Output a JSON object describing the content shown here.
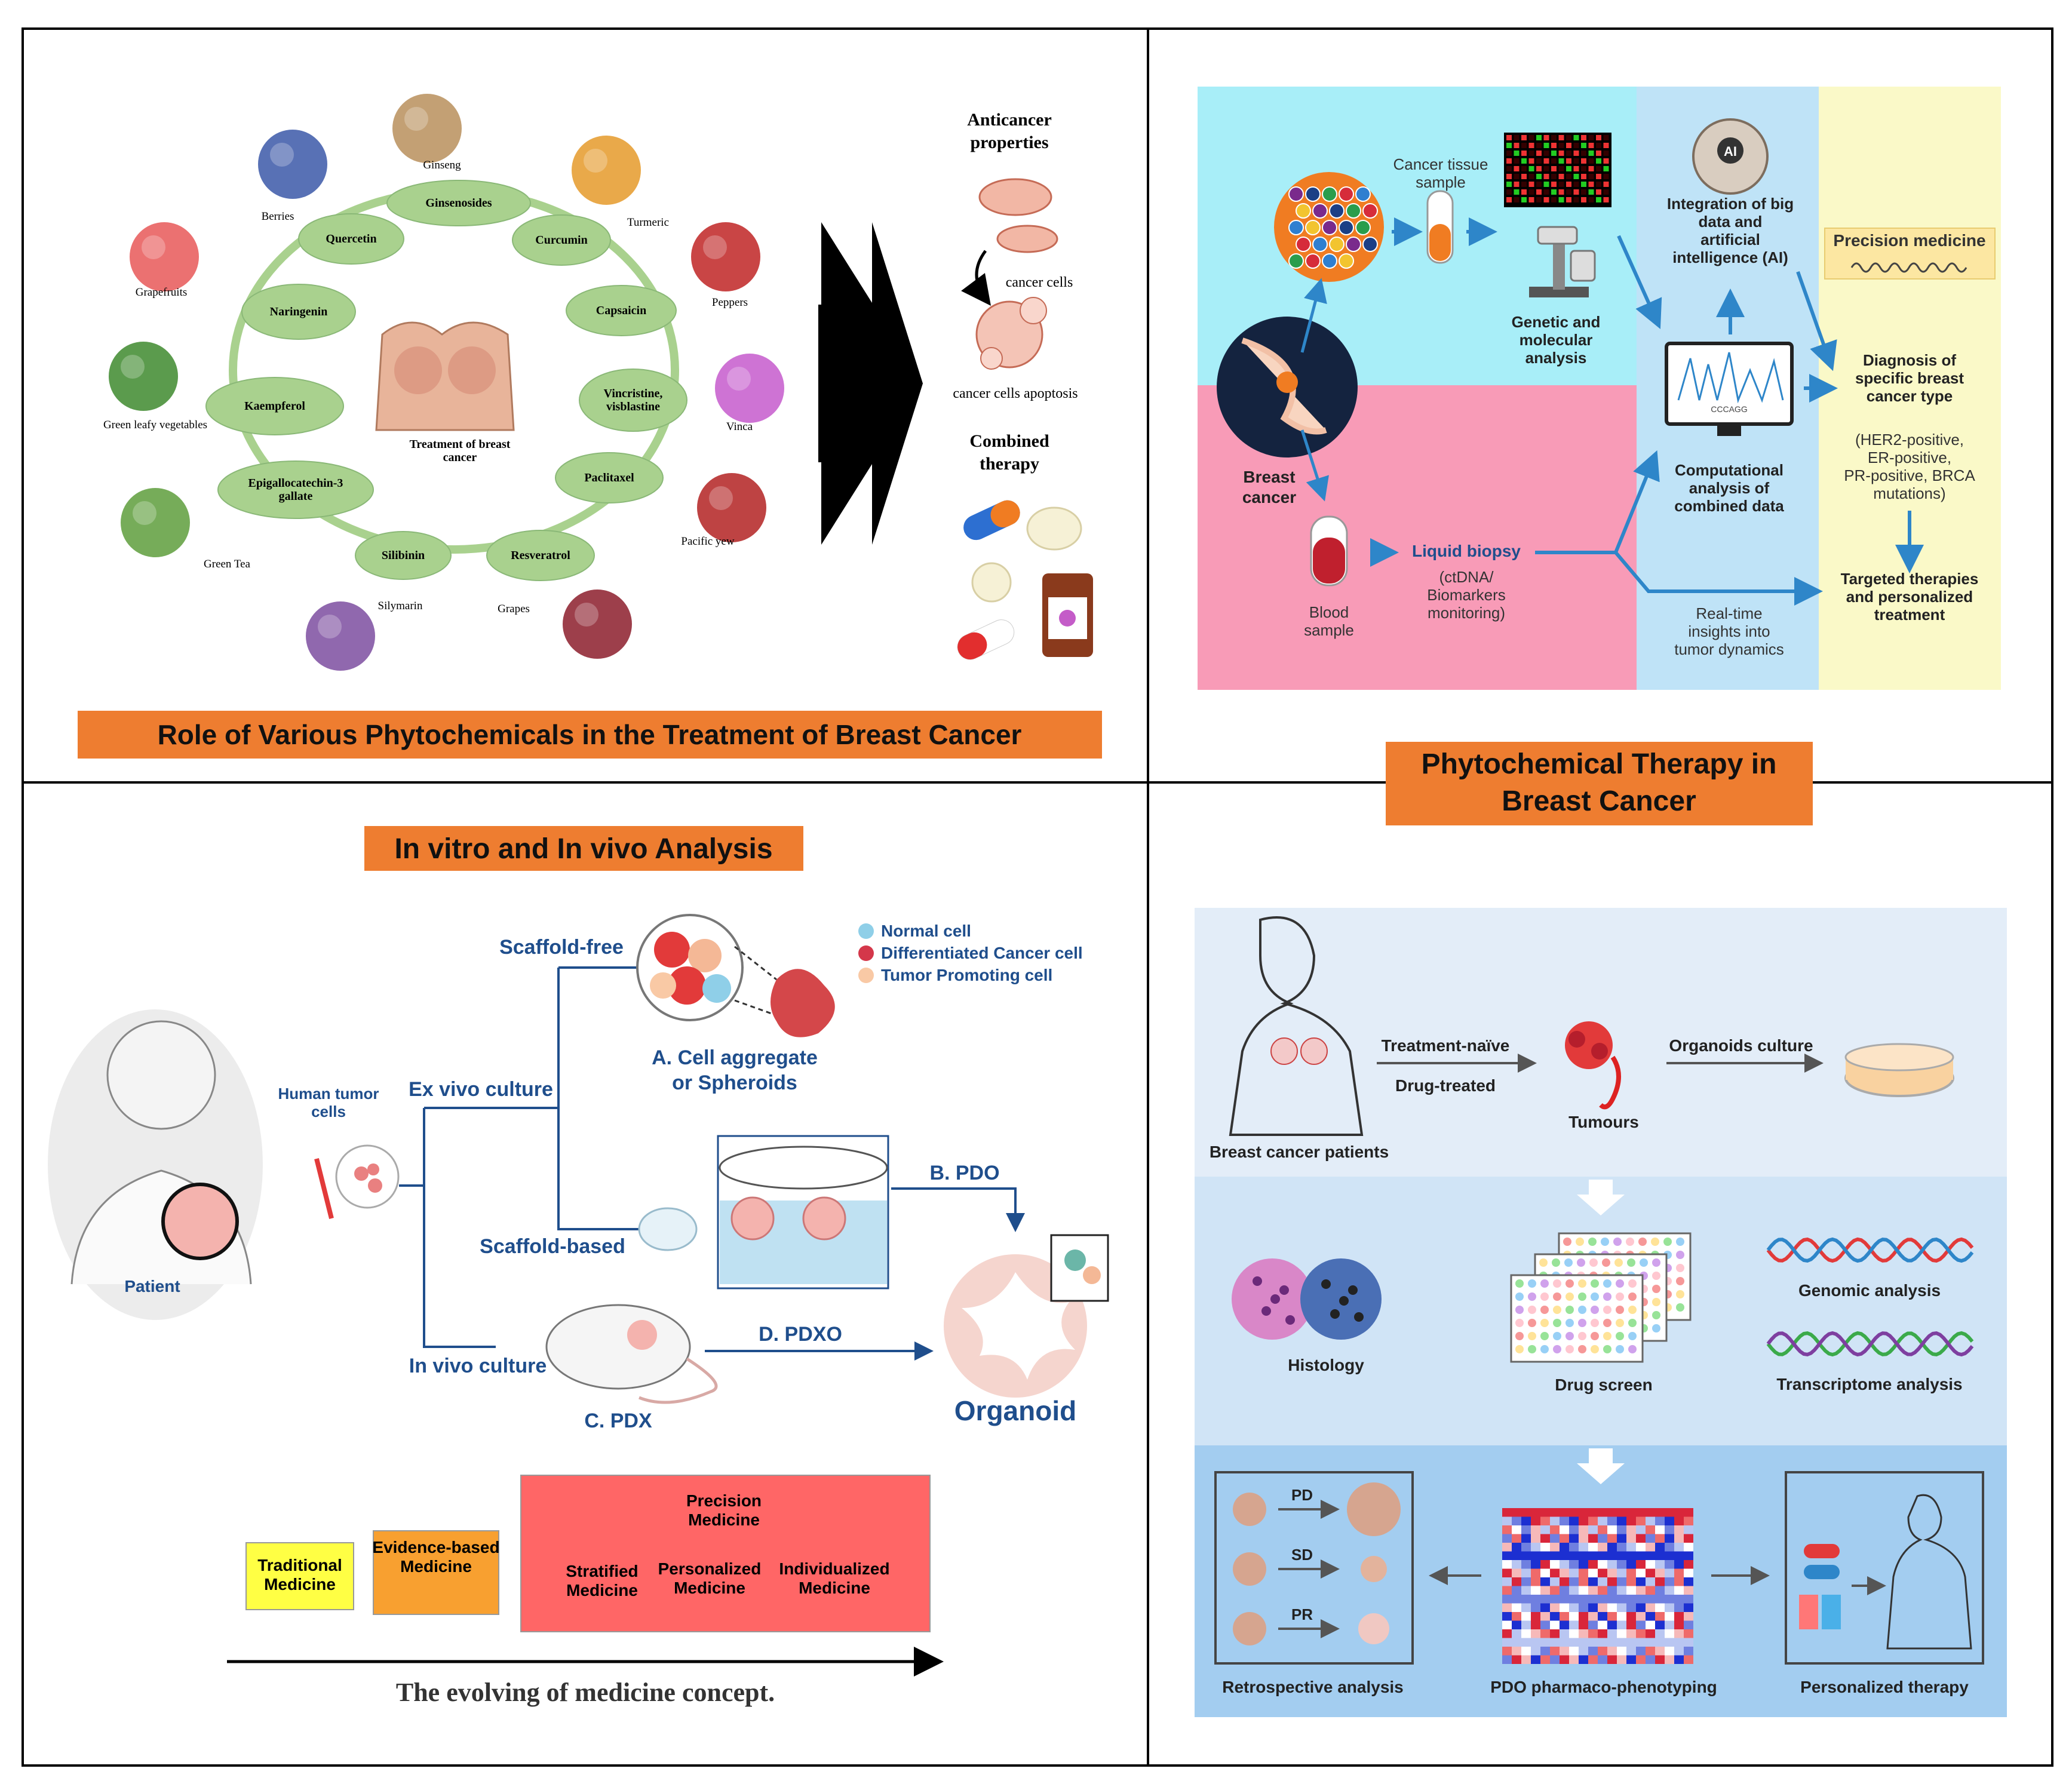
{
  "panel_tl": {
    "banner": "Role of Various Phytochemicals in the Treatment of Breast Cancer",
    "center_label": "Treatment of breast cancer",
    "compounds": [
      "Ginsenosides",
      "Curcumin",
      "Capsaicin",
      "Vincristine, visblastine",
      "Paclitaxel",
      "Resveratrol",
      "Silibinin",
      "Epigallocatechin-3 gallate",
      "Kaempferol",
      "Naringenin",
      "Quercetin"
    ],
    "sources": [
      "Ginseng",
      "Turmeric",
      "Peppers",
      "Vinca",
      "Pacific yew",
      "Grapes",
      "Silymarin",
      "Green Tea",
      "Green leafy vegetables",
      "Grapefruits",
      "Berries"
    ],
    "right_heading_1": "Anticancer properties",
    "right_label_cells": "cancer cells",
    "right_label_apoptosis": "cancer cells apoptosis",
    "right_heading_2": "Combined therapy"
  },
  "panel_tr": {
    "title": "Phytochemical Therapy in Breast Cancer",
    "breast_cancer": "Breast cancer",
    "cancer_tissue_sample": "Cancer tissue sample",
    "genetic_analysis": "Genetic and molecular analysis",
    "blood_sample": "Blood sample",
    "liquid_biopsy": "Liquid biopsy",
    "liquid_biopsy_detail": "(ctDNA/ Biomarkers monitoring)",
    "ai_badge": "AI",
    "integration": "Integration of big data and artificial intelligence (AI)",
    "computational": "Computational analysis of combined data",
    "realtime": "Real-time insights into tumor dynamics",
    "precision_medicine": "Precision medicine",
    "diagnosis": "Diagnosis of specific breast cancer type",
    "diagnosis_detail": "(HER2-positive, ER-positive, PR-positive, BRCA mutations)",
    "targeted": "Targeted therapies and personalized treatment",
    "sequence_text": "CCCAGG"
  },
  "panel_bl": {
    "title": "In vitro and In vivo Analysis",
    "patient": "Patient",
    "human_tumor_cells": "Human tumor cells",
    "ex_vivo": "Ex vivo culture",
    "scaffold_free": "Scaffold-free",
    "scaffold_based": "Scaffold-based",
    "in_vivo": "In vivo culture",
    "legend": [
      "Normal cell",
      "Differentiated Cancer cell",
      "Tumor Promoting cell"
    ],
    "cell_aggregate": "A. Cell aggregate or Spheroids",
    "pdo": "B. PDO",
    "pdx": "C. PDX",
    "pdxo": "D. PDXO",
    "organoid": "Organoid",
    "evolution": [
      "Traditional Medicine",
      "Evidence-based Medicine"
    ],
    "precision_medicine": "Precision Medicine",
    "precision_sub": [
      "Stratified Medicine",
      "Personalized Medicine",
      "Individualized Medicine"
    ],
    "caption": "The evolving of medicine concept."
  },
  "panel_br": {
    "patients": "Breast cancer patients",
    "treatment_naive": "Treatment-naïve",
    "drug_treated": "Drug-treated",
    "tumours": "Tumours",
    "organoids_culture": "Organoids culture",
    "histology": "Histology",
    "drug_screen": "Drug screen",
    "genomic": "Genomic analysis",
    "transcriptome": "Transcriptome analysis",
    "pd": "PD",
    "sd": "SD",
    "pr": "PR",
    "retrospective": "Retrospective analysis",
    "pharmaco": "PDO pharmaco-phenotyping",
    "personalized": "Personalized therapy"
  },
  "colors": {
    "orange_banner": "#EE7D30",
    "green_node": "#A9D18E",
    "cyan_bg": "#A8EEF8",
    "pink_bg": "#F89BB7",
    "blue_bg": "#BFE3F7",
    "yellow_bg": "#FAF9C8",
    "navy_text": "#1F4E8C",
    "precision_red": "#FF6666",
    "traditional_yellow": "#FFFF44",
    "evidence_orange": "#F8A030"
  }
}
